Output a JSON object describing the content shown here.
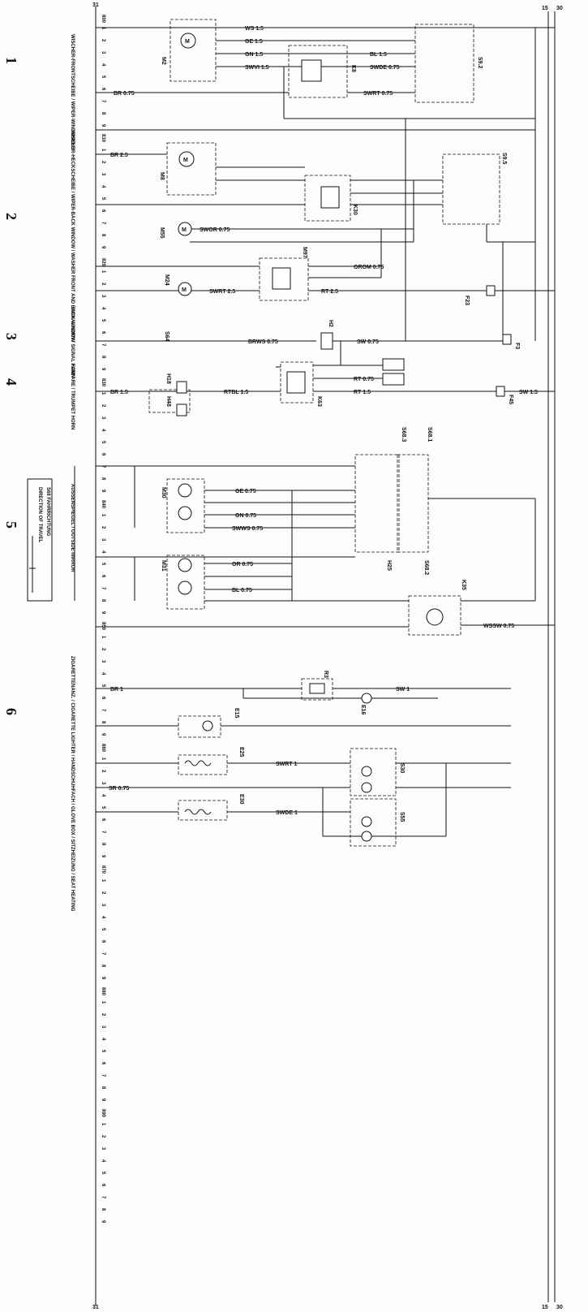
{
  "bus_labels": {
    "top_30": "30",
    "top_15": "15",
    "bottom_30": "30",
    "bottom_15": "15",
    "left_top": "31",
    "left_bottom": "31"
  },
  "grid_markers": [
    "800",
    "810",
    "820",
    "830",
    "840",
    "850",
    "860",
    "870",
    "880",
    "890"
  ],
  "sections": [
    {
      "number": "1",
      "desc": "WISCHER-FRONTSCHEIBE / WIPER-WINDSHIELD"
    },
    {
      "number": "2",
      "desc": "WISCHER-HECKSCHEIBE / WIPER-BACK WINDOW / WASHER FRONT AND BACK WINDOW"
    },
    {
      "number": "3",
      "desc": "SIGNALHORN / SIGNAL HORN"
    },
    {
      "number": "4",
      "desc": "FANFARE / TRUMPET HORN"
    },
    {
      "number": "5",
      "desc": "AUSSENSPIEGEL / OUTSIDE MIRROR"
    },
    {
      "number": "6",
      "desc": "ZIGARETTENANZ. / CIGARETTE LIGHTER / HANDSCHUHFACH / GLOVE BOX / SITZHEIZUNG / SEAT HEATING"
    }
  ],
  "direction_box": {
    "title": "S68 FAHRRICHTUNG",
    "subtitle": "DIRECTION OF TRAVEL"
  },
  "components": [
    "M2",
    "K8",
    "S9.2",
    "M8",
    "K30",
    "S9.5",
    "M55",
    "M97",
    "M24",
    "F23",
    "S64",
    "H2",
    "F3",
    "H18",
    "H48",
    "K63",
    "F45",
    "S68.3",
    "S68.1",
    "M30",
    "M31",
    "H25",
    "S68.2",
    "K35",
    "R3",
    "E16",
    "E15",
    "E25",
    "S30",
    "E30",
    "S55"
  ],
  "wires": [
    {
      "label": "BR 0.75"
    },
    {
      "label": "WS 1.5"
    },
    {
      "label": "GE 1.5"
    },
    {
      "label": "GN 1.5"
    },
    {
      "label": "SWVI 1.5"
    },
    {
      "label": "BL 1.5"
    },
    {
      "label": "SWDE 0.75"
    },
    {
      "label": "SWRT 0.75"
    },
    {
      "label": "BR 2.5"
    },
    {
      "label": "SWOR 0.75"
    },
    {
      "label": "OROM 0.75"
    },
    {
      "label": "SWRT 2.5"
    },
    {
      "label": "RT 2.5"
    },
    {
      "label": "BRWS 0.75"
    },
    {
      "label": "SW 0.75"
    },
    {
      "label": "RT 0.75"
    },
    {
      "label": "BR 1.5"
    },
    {
      "label": "RTBL 1.5"
    },
    {
      "label": "RT 1.5"
    },
    {
      "label": "SW 1.5"
    },
    {
      "label": "GE 0.75"
    },
    {
      "label": "GN 0.75"
    },
    {
      "label": "SWWS 0.75"
    },
    {
      "label": "OR 0.75"
    },
    {
      "label": "BL 0.75"
    },
    {
      "label": "WSSW 0.75"
    },
    {
      "label": "BR 1"
    },
    {
      "label": "SW 1"
    },
    {
      "label": "SWRT 1"
    },
    {
      "label": "SR 0.75"
    },
    {
      "label": "SWDE 1"
    }
  ]
}
